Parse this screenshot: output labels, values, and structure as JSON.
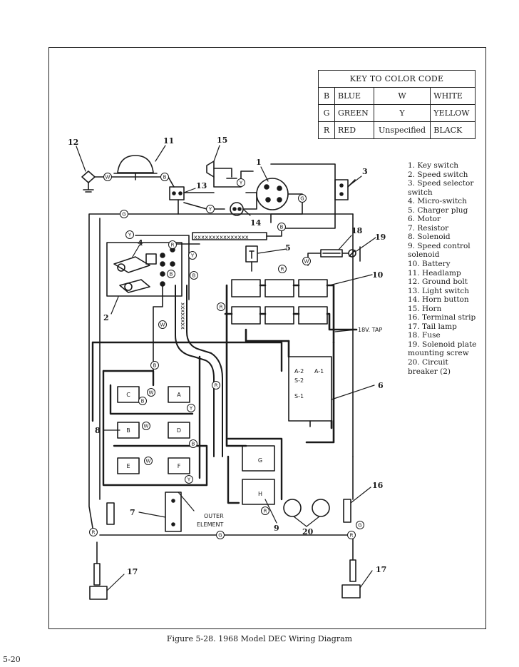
{
  "key_table": {
    "title": "KEY TO COLOR CODE",
    "rows": [
      {
        "l1": "B",
        "c1": "BLUE",
        "l2": "W",
        "c2": "WHITE"
      },
      {
        "l1": "G",
        "c1": "GREEN",
        "l2": "Y",
        "c2": "YELLOW"
      },
      {
        "l1": "R",
        "c1": "RED",
        "l2": "Unspecified",
        "c2": "BLACK"
      }
    ]
  },
  "legend": [
    "1.  Key switch",
    "2.  Speed switch",
    "3.  Speed selector",
    "     switch",
    "4.  Micro-switch",
    "5.  Charger plug",
    "6.  Motor",
    "7.  Resistor",
    "8.  Solenoid",
    "9.  Speed control",
    "     solenoid",
    "10.  Battery",
    "11.  Headlamp",
    "12.  Ground bolt",
    "13.  Light switch",
    "14.  Horn button",
    "15.  Horn",
    "16.  Terminal strip",
    "17.  Tail lamp",
    "18.  Fuse",
    "19.  Solenoid plate",
    "       mounting screw",
    "20.  Circuit",
    "       breaker (2)"
  ],
  "callouts": {
    "n1": "1",
    "n2": "2",
    "n3": "3",
    "n4": "4",
    "n5": "5",
    "n6": "6",
    "n7": "7",
    "n8": "8",
    "n9": "9",
    "n10": "10",
    "n11": "11",
    "n12": "12",
    "n13": "13",
    "n14": "14",
    "n15": "15",
    "n16": "16",
    "n17a": "17",
    "n17b": "17",
    "n18": "18",
    "n19": "19",
    "n20": "20"
  },
  "labels": {
    "tap": "18V. TAP",
    "outer1": "OUTER",
    "outer2": "ELEMENT",
    "a2": "A-2",
    "a1": "A-1",
    "s2": "S-2",
    "s1": "S-1",
    "sol_c": "C",
    "sol_a": "A",
    "sol_b": "B",
    "sol_d": "D",
    "sol_e": "E",
    "sol_f": "F",
    "sw_g": "G",
    "sw_h": "H"
  },
  "wire_tags": {
    "w": "W",
    "g": "G",
    "b": "B",
    "r": "R",
    "y": "Y"
  },
  "caption": "Figure 5-28.  1968 Model DEC Wiring Diagram",
  "page_number": "5-20"
}
